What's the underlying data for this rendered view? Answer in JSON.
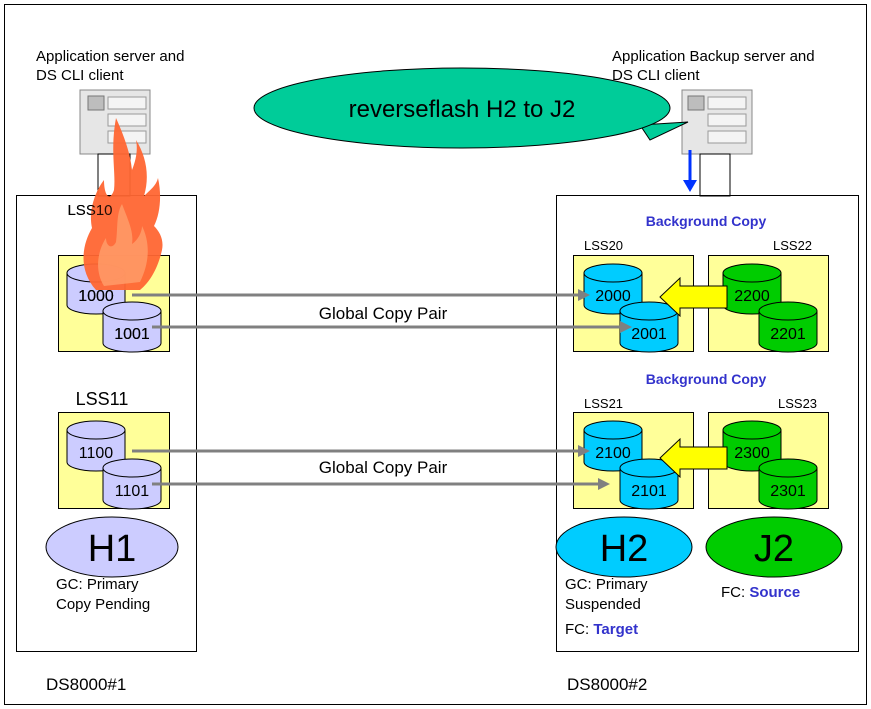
{
  "left_server": {
    "line1": "Application server and",
    "line2": "DS CLI client"
  },
  "right_server": {
    "line1": "Application Backup server and",
    "line2": "DS CLI client"
  },
  "callout": "reverseflash H2 to J2",
  "left_box": {
    "lss_top": "LSS10",
    "lss_bottom": "LSS11",
    "vols_top": [
      "1000",
      "1001"
    ],
    "vols_bottom": [
      "1100",
      "1101"
    ],
    "group": "H1",
    "status_line1": "GC: Primary",
    "status_line2": "Copy Pending",
    "name": "DS8000#1"
  },
  "right_box": {
    "bg_copy_top": "Background Copy",
    "bg_copy_bottom": "Background Copy",
    "lss20": "LSS20",
    "lss22": "LSS22",
    "lss21": "LSS21",
    "lss23": "LSS23",
    "vols_lss20": [
      "2000",
      "2001"
    ],
    "vols_lss22": [
      "2200",
      "2201"
    ],
    "vols_lss21": [
      "2100",
      "2101"
    ],
    "vols_lss23": [
      "2300",
      "2301"
    ],
    "group_h2": "H2",
    "group_j2": "J2",
    "h2_line1": "GC: Primary",
    "h2_line2": "Suspended",
    "h2_fc_prefix": "FC: ",
    "h2_fc_role": "Target",
    "j2_fc_prefix": "FC: ",
    "j2_fc_role": "Source",
    "name": "DS8000#2"
  },
  "pair_label_top": "Global Copy Pair",
  "pair_label_bottom": "Global Copy Pair",
  "colors": {
    "h1": "#ccccff",
    "h2": "#00ccff",
    "j2": "#00cc00",
    "lss_fill": "#ffff99",
    "callout": "#00cc99",
    "arrow": "#808080",
    "flash_arrow": "#ffff00",
    "fire": "#ff6633",
    "accent_blue": "#3333cc"
  }
}
